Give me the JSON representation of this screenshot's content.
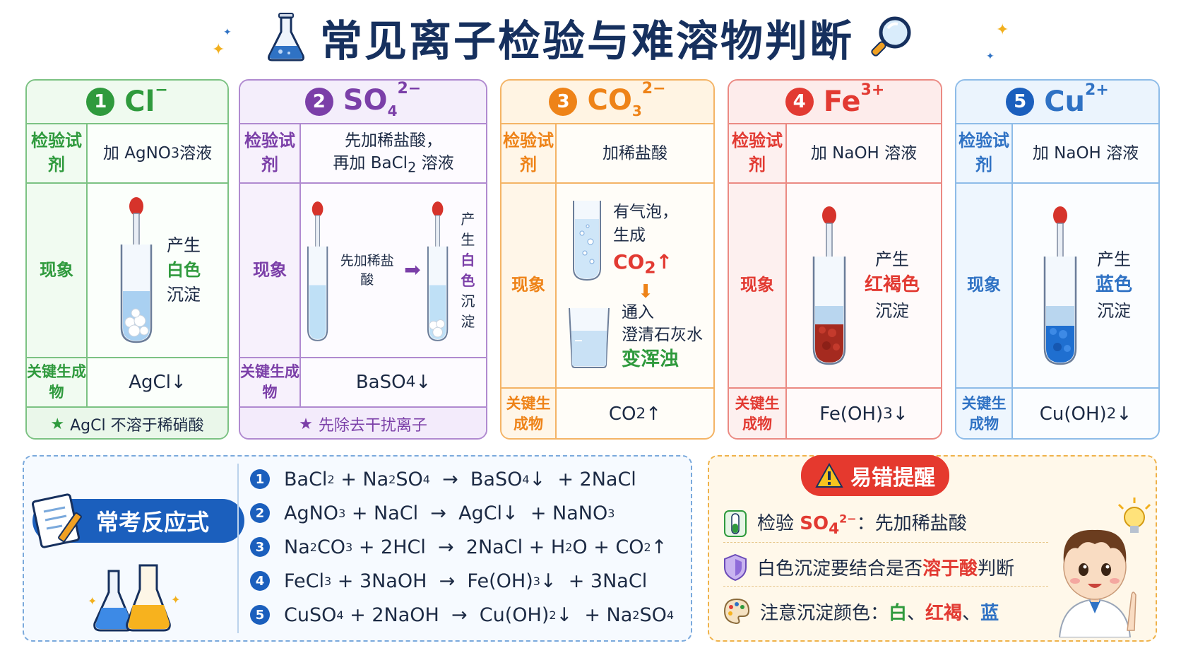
{
  "title": "常见离子检验与难溶物判断",
  "labels": {
    "reagent": "检验试剂",
    "phenomenon": "现象",
    "product": "关键生成物"
  },
  "cards": [
    {
      "num": "1",
      "ion": "Cl",
      "charge": "−",
      "reagent_pre": "加 AgNO",
      "reagent_sub": "3",
      "reagent_post": " 溶液",
      "phen": [
        "产生",
        "白色",
        "沉淀"
      ],
      "product": "AgCl↓",
      "note": "AgCl 不溶于稀硝酸"
    },
    {
      "num": "2",
      "ion": "SO",
      "ion_sub": "4",
      "charge": "2−",
      "reagent_line1": "先加稀盐酸，",
      "reagent_line2_pre": "再加 BaCl",
      "reagent_line2_sub": "2",
      "reagent_line2_post": " 溶液",
      "step": "先加稀盐酸",
      "phen": [
        "产生",
        "白色",
        "沉淀"
      ],
      "product_pre": "BaSO",
      "product_sub": "4",
      "product_post": "↓",
      "note": "先除去干扰离子"
    },
    {
      "num": "3",
      "ion": "CO",
      "ion_sub": "3",
      "charge": "2−",
      "reagent": "加稀盐酸",
      "phen1": [
        "有气泡，",
        "生成"
      ],
      "gas_pre": "CO",
      "gas_sub": "2",
      "gas_post": "↑",
      "phen2": [
        "通入",
        "澄清石灰水"
      ],
      "phen2_hl": "变浑浊",
      "product_pre": "CO",
      "product_sub": "2",
      "product_post": "↑"
    },
    {
      "num": "4",
      "ion": "Fe",
      "charge": "3+",
      "reagent": "加 NaOH 溶液",
      "phen": [
        "产生",
        "红褐色",
        "沉淀"
      ],
      "product_pre": "Fe(OH)",
      "product_sub": "3",
      "product_post": "↓"
    },
    {
      "num": "5",
      "ion": "Cu",
      "charge": "2+",
      "reagent": "加 NaOH 溶液",
      "phen": [
        "产生",
        "蓝色",
        "沉淀"
      ],
      "product_pre": "Cu(OH)",
      "product_sub": "2",
      "product_post": "↓"
    }
  ],
  "reactions": {
    "badge": "常考反应式",
    "items": [
      {
        "n": "1",
        "parts": [
          "BaCl",
          "2",
          " + Na",
          "2",
          "SO",
          "4",
          "  →  BaSO",
          "4",
          "↓  + 2NaCl"
        ]
      },
      {
        "n": "2",
        "parts": [
          "AgNO",
          "3",
          " + NaCl  →  AgCl↓  + NaNO",
          "3",
          ""
        ]
      },
      {
        "n": "3",
        "parts": [
          "Na",
          "2",
          "CO",
          "3",
          " + 2HCl  →  2NaCl + H",
          "2",
          "O + CO",
          "2",
          "↑"
        ]
      },
      {
        "n": "4",
        "parts": [
          "FeCl",
          "3",
          " + 3NaOH  →  Fe(OH)",
          "3",
          "↓  + 3NaCl"
        ]
      },
      {
        "n": "5",
        "parts": [
          "CuSO",
          "4",
          " + 2NaOH  →  Cu(OH)",
          "2",
          "↓  + Na",
          "2",
          "SO",
          "4",
          ""
        ]
      }
    ]
  },
  "warnings": {
    "badge": "易错提醒",
    "w1_pre": "检验 ",
    "w1_ion": "SO",
    "w1_sub": "4",
    "w1_charge": "2−",
    "w1_post": "：先加稀盐酸",
    "w2_pre": "白色沉淀要结合是否",
    "w2_hl": "溶于酸",
    "w2_post": "判断",
    "w3_pre": "注意沉淀颜色：",
    "w3_c1": "白",
    "w3_sep1": "、",
    "w3_c2": "红褐",
    "w3_sep2": "、",
    "w3_c3": "蓝"
  },
  "colors": {
    "green": "#2f9a3d",
    "purple": "#7b3fa8",
    "orange": "#ee8318",
    "red": "#e23a32",
    "blue": "#2f72c4",
    "navy": "#16305e"
  }
}
